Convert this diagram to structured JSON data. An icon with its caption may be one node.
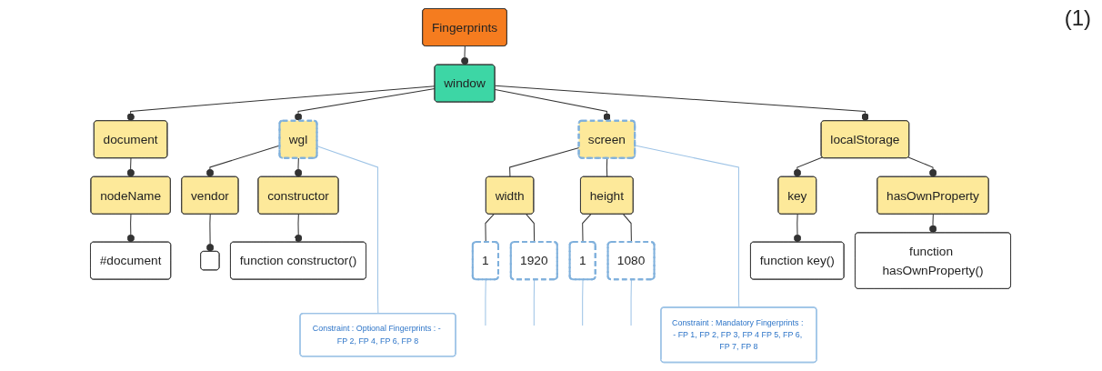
{
  "diagram": {
    "nodes": [
      {
        "text": [
          "Constraint : Optional Fingerprints : - FP 2, FP 4, FP 6, FP 8"
        ]
      },
      {
        "text": [
          "Fingerprints"
        ]
      },
      {
        "text": [
          "Constraint : Mandatory Fingerprints : - FP 1, FP 2, FP 3, FP 4 FP 5, FP 6, FP 7, FP 8"
        ]
      },
      {
        "text": [
          "window"
        ]
      },
      {
        "text": [
          "document"
        ]
      },
      {
        "text": [
          "wgl"
        ]
      },
      {
        "text": [
          "screen"
        ]
      },
      {
        "text": [
          "localStorage"
        ]
      },
      {
        "text": [
          "nodeName"
        ]
      },
      {
        "text": [
          "vendor"
        ]
      },
      {
        "text": [
          "constructor"
        ]
      },
      {
        "text": [
          "width"
        ]
      },
      {
        "text": [
          "height"
        ]
      },
      {
        "text": [
          "key"
        ]
      },
      {
        "text": [
          "hasOwnProperty"
        ]
      },
      {
        "text": [
          "#document"
        ]
      },
      {
        "text": [],
        "shape": "box"
      },
      {
        "text": [
          "function constructor()"
        ]
      },
      {
        "text": [
          "1"
        ]
      },
      {
        "text": [
          "1920"
        ]
      },
      {
        "text": [
          "1"
        ]
      },
      {
        "text": [
          "1080"
        ]
      },
      {
        "text": [
          "function key()"
        ]
      },
      {
        "text": [
          "function hasOwnProperty()"
        ]
      }
    ],
    "edges": [
      {
        "from": 1,
        "to": 3,
        "arrow": "other"
      },
      {
        "from": 3,
        "to": 4,
        "arrow": "other"
      },
      {
        "from": 3,
        "to": 5,
        "arrow": "other"
      },
      {
        "from": 3,
        "to": 6,
        "arrow": "other"
      },
      {
        "from": 3,
        "to": 7,
        "arrow": "other"
      },
      {
        "from": 4,
        "to": 8,
        "arrow": "other"
      },
      {
        "from": 8,
        "to": 15,
        "arrow": "other"
      },
      {
        "from": 5,
        "to": 9,
        "arrow": "other"
      },
      {
        "from": 5,
        "to": 10,
        "arrow": "other"
      },
      {
        "from": 9,
        "to": 16,
        "arrow": "other"
      },
      {
        "from": 10,
        "to": 17,
        "arrow": "other"
      },
      {
        "from": 6,
        "to": 11,
        "arrow": "none"
      },
      {
        "from": 6,
        "to": 12,
        "arrow": "none"
      },
      {
        "from": 11,
        "to": 18,
        "arrow": "none"
      },
      {
        "from": 11,
        "to": 19,
        "arrow": "none"
      },
      {
        "from": 12,
        "to": 20,
        "arrow": "none"
      },
      {
        "from": 12,
        "to": 21,
        "arrow": "none"
      },
      {
        "from": 7,
        "to": 13,
        "arrow": "other"
      },
      {
        "from": 7,
        "to": 14,
        "arrow": "other"
      },
      {
        "from": 13,
        "to": 22,
        "arrow": "other"
      },
      {
        "from": 14,
        "to": 23,
        "arrow": "other"
      },
      {
        "from": 0,
        "to": 5,
        "arrow": "none",
        "color": "#9dc3e6"
      },
      {
        "from": 2,
        "to": 6,
        "arrow": "none",
        "color": "#9dc3e6"
      },
      {
        "from": 18,
        "to": null,
        "arrow": "none",
        "color": "#9dc3e6"
      },
      {
        "from": 19,
        "to": null,
        "arrow": "none",
        "color": "#9dc3e6"
      },
      {
        "from": 20,
        "to": null,
        "arrow": "none",
        "color": "#9dc3e6"
      },
      {
        "from": 21,
        "to": null,
        "arrow": "none",
        "color": "#9dc3e6"
      }
    ],
    "labels": [
      "(1)"
    ]
  }
}
